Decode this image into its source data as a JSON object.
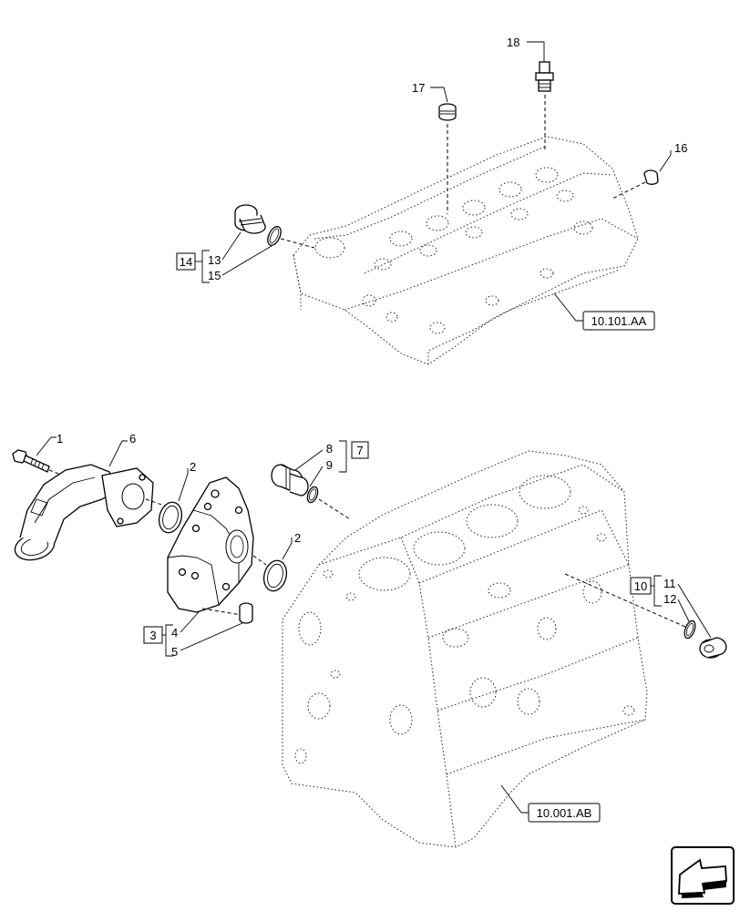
{
  "callouts": {
    "c1": "1",
    "c2a": "2",
    "c2b": "2",
    "c3": "3",
    "c4": "4",
    "c5": "5",
    "c6": "6",
    "c7": "7",
    "c8": "8",
    "c9": "9",
    "c10": "10",
    "c11": "11",
    "c12": "12",
    "c13": "13",
    "c14": "14",
    "c15": "15",
    "c16": "16",
    "c17": "17",
    "c18": "18"
  },
  "references": {
    "cylinder_head": "10.101.AA",
    "engine_block": "10.001.AB"
  },
  "icons": {
    "nav": "arrow-icon"
  }
}
